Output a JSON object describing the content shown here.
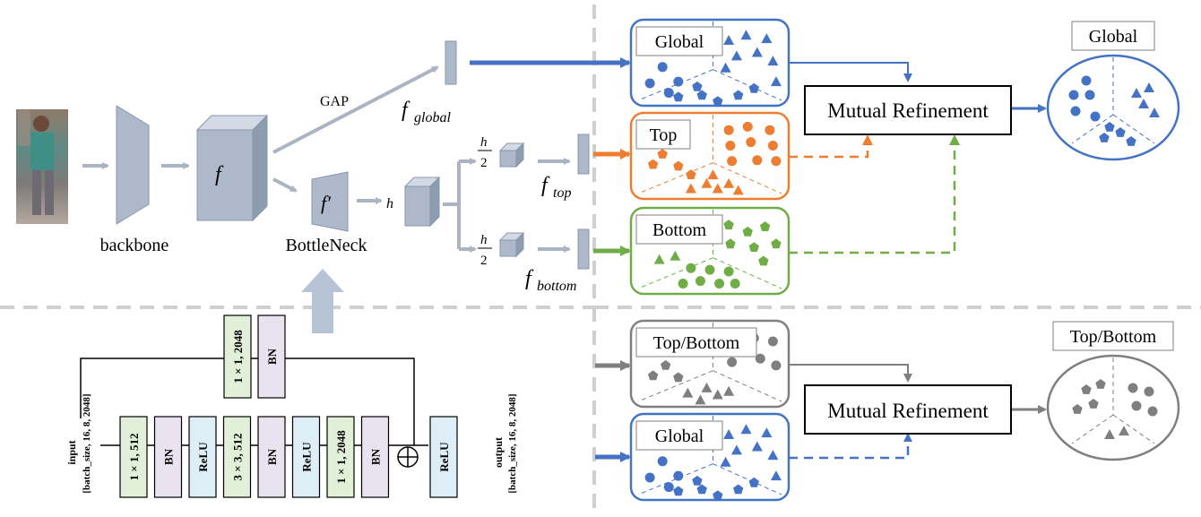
{
  "labels": {
    "backbone": "backbone",
    "f": "f",
    "gap": "GAP",
    "f_global": "global",
    "bottleneck": "BottleNeck",
    "f_prime": "f′",
    "h": "h",
    "half_h_num": "h",
    "half_h_den": "2",
    "f_top": "top",
    "f_bottom": "bottom",
    "f_base": "f"
  },
  "clusters": {
    "global": "Global",
    "top": "Top",
    "bottom": "Bottom",
    "top_bottom": "Top/Bottom",
    "global_lower": "Global",
    "global_out": "Global",
    "top_bottom_out": "Top/Bottom"
  },
  "refinement": {
    "upper": "Mutual Refinement",
    "lower": "Mutual Refinement"
  },
  "bottleneck_detail": {
    "input_label": "input",
    "input_shape": "[batch_size, 16, 8, 2048]",
    "output_label": "output",
    "output_shape": "[batch_size, 16, 8, 2048]",
    "shortcut_blocks": [
      "1 × 1, 2048",
      "BN"
    ],
    "main_blocks": [
      "1 × 1, 512",
      "BN",
      "ReLU",
      "3 × 3, 512",
      "BN",
      "ReLU",
      "1 × 1, 2048",
      "BN"
    ],
    "final_block": "ReLU"
  },
  "colors": {
    "blue": "#4472c4",
    "orange": "#ed7d31",
    "green": "#70ad47",
    "gray": "#7f7f7f",
    "box_fill": "#adb9ca",
    "conv_fill": "#e2efd9",
    "bn_fill": "#e8e3ef",
    "relu_fill": "#deeef6"
  }
}
